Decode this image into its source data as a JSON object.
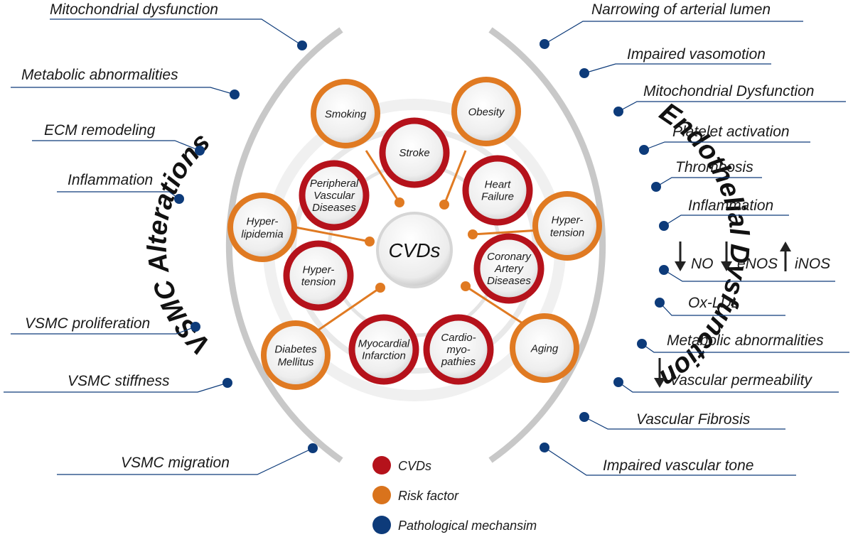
{
  "center": {
    "label": "CVDs"
  },
  "left_arc": {
    "title": "VSMC Alterations",
    "items": [
      {
        "label": "Mitochondrial dysfunction"
      },
      {
        "label": "Metabolic abnormalities"
      },
      {
        "label": "ECM remodeling"
      },
      {
        "label": "Inflammation"
      },
      {
        "label": "VSMC proliferation"
      },
      {
        "label": "VSMC stiffness"
      },
      {
        "label": "VSMC migration"
      }
    ]
  },
  "right_arc": {
    "title": "Endothelial Dysfunction",
    "items": [
      {
        "label": "Narrowing of arterial lumen"
      },
      {
        "label": "Impaired vasomotion"
      },
      {
        "label": "Mitochondrial Dysfunction"
      },
      {
        "label": "Platelet activation"
      },
      {
        "label": "Thrombosis"
      },
      {
        "label": "Inflammation"
      },
      {
        "label": "NO",
        "label2": "eNOS",
        "label3": "iNOS"
      },
      {
        "label": "Ox-LDL"
      },
      {
        "label": "Metabolic abnormalities"
      },
      {
        "label": "Vascular permeability"
      },
      {
        "label": "Vascular Fibrosis"
      },
      {
        "label": "Impaired vascular tone"
      }
    ]
  },
  "cvds": [
    {
      "lines": [
        "Stroke"
      ]
    },
    {
      "lines": [
        "Heart",
        "Failure"
      ]
    },
    {
      "lines": [
        "Coronary",
        "Artery",
        "Diseases"
      ]
    },
    {
      "lines": [
        "Cardio-",
        "myo-",
        "pathies"
      ]
    },
    {
      "lines": [
        "Myocardial",
        "Infarction"
      ]
    },
    {
      "lines": [
        "Hyper-",
        "tension"
      ]
    },
    {
      "lines": [
        "Peripheral",
        "Vascular",
        "Diseases"
      ]
    }
  ],
  "risk_factors": [
    {
      "lines": [
        "Smoking"
      ]
    },
    {
      "lines": [
        "Obesity"
      ]
    },
    {
      "lines": [
        "Hyper-",
        "tension"
      ]
    },
    {
      "lines": [
        "Aging"
      ]
    },
    {
      "lines": [
        "Diabetes",
        "Mellitus"
      ]
    },
    {
      "lines": [
        "Hyper-",
        "lipidemia"
      ]
    }
  ],
  "legend": [
    {
      "label": "CVDs",
      "color": "#b5121b"
    },
    {
      "label": "Risk factor",
      "color": "#d9731c"
    },
    {
      "label": "Pathological mechansim",
      "color": "#0d3b7a"
    }
  ],
  "colors": {
    "cvd_ring": "#b5121b",
    "risk_ring": "#e07a22",
    "mechanism_dot": "#0d3b7a",
    "arc": "#c8c8c8"
  }
}
